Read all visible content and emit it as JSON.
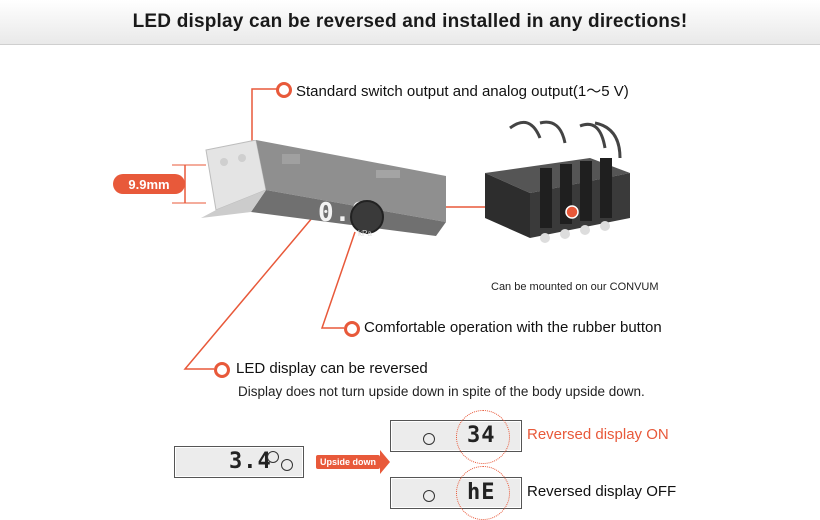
{
  "banner": {
    "title": "LED display can be reversed and installed in any directions!"
  },
  "dimension": {
    "label": "9.9mm"
  },
  "callouts": {
    "outputs": "Standard switch output and analog output(1～5 V)",
    "rubber_button": "Comfortable operation with the rubber button",
    "led_reversed": "LED display can be reversed",
    "led_reversed_sub": "Display does not turn upside down in spite of the body upside down."
  },
  "convum": {
    "caption": "Can be mounted on our CONVUM"
  },
  "sensor": {
    "readout": "0.0",
    "unit": "kPa"
  },
  "demo": {
    "original_value": "3.4",
    "arrow_label": "Upside down",
    "on_value": "34",
    "on_label": "Reversed display ON",
    "off_value": "hE",
    "off_label": "Reversed display OFF"
  },
  "colors": {
    "accent": "#e8593a",
    "on_label": "#e8593a",
    "off_label": "#111111"
  }
}
